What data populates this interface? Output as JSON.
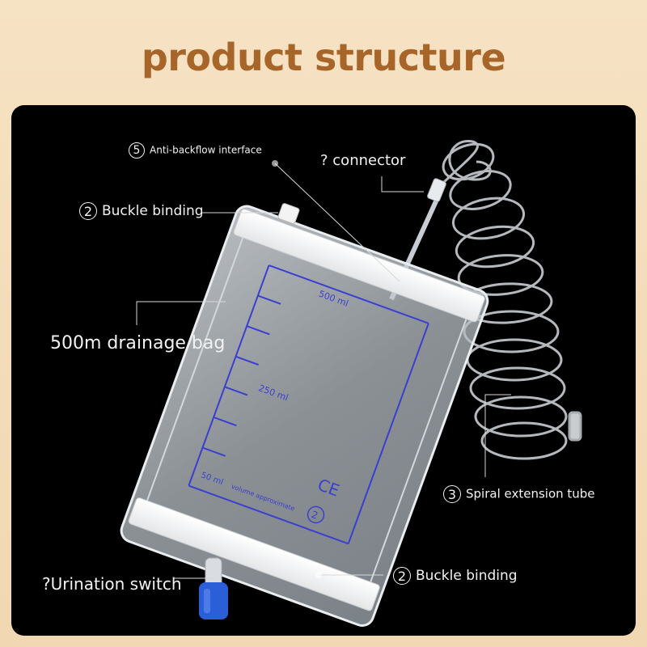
{
  "header": {
    "title": "product structure"
  },
  "labels": {
    "anti_backflow": {
      "num": "5",
      "text": "Anti-backflow interface"
    },
    "connector": {
      "num": "?",
      "text": " connector"
    },
    "buckle_top": {
      "num": "2",
      "text": "Buckle binding"
    },
    "drainage_bag": {
      "text": "500m drainage bag"
    },
    "spiral_tube": {
      "num": "3",
      "text": "Spiral extension tube"
    },
    "urination_switch": {
      "num": "?",
      "text": "Urination switch"
    },
    "buckle_bottom": {
      "num": "2",
      "text": "Buckle binding"
    }
  },
  "bag_markings": {
    "m500": "500 ml",
    "m250": "250 ml",
    "m50": "50 ml",
    "approx": "volume approximate",
    "ce": "CE",
    "single_use": "2"
  },
  "colors": {
    "title": "#a8652a",
    "panel": "#000000",
    "label": "#f2f2f2",
    "scale_ink": "#3a3fd0",
    "valve": "#2a5fd8"
  }
}
